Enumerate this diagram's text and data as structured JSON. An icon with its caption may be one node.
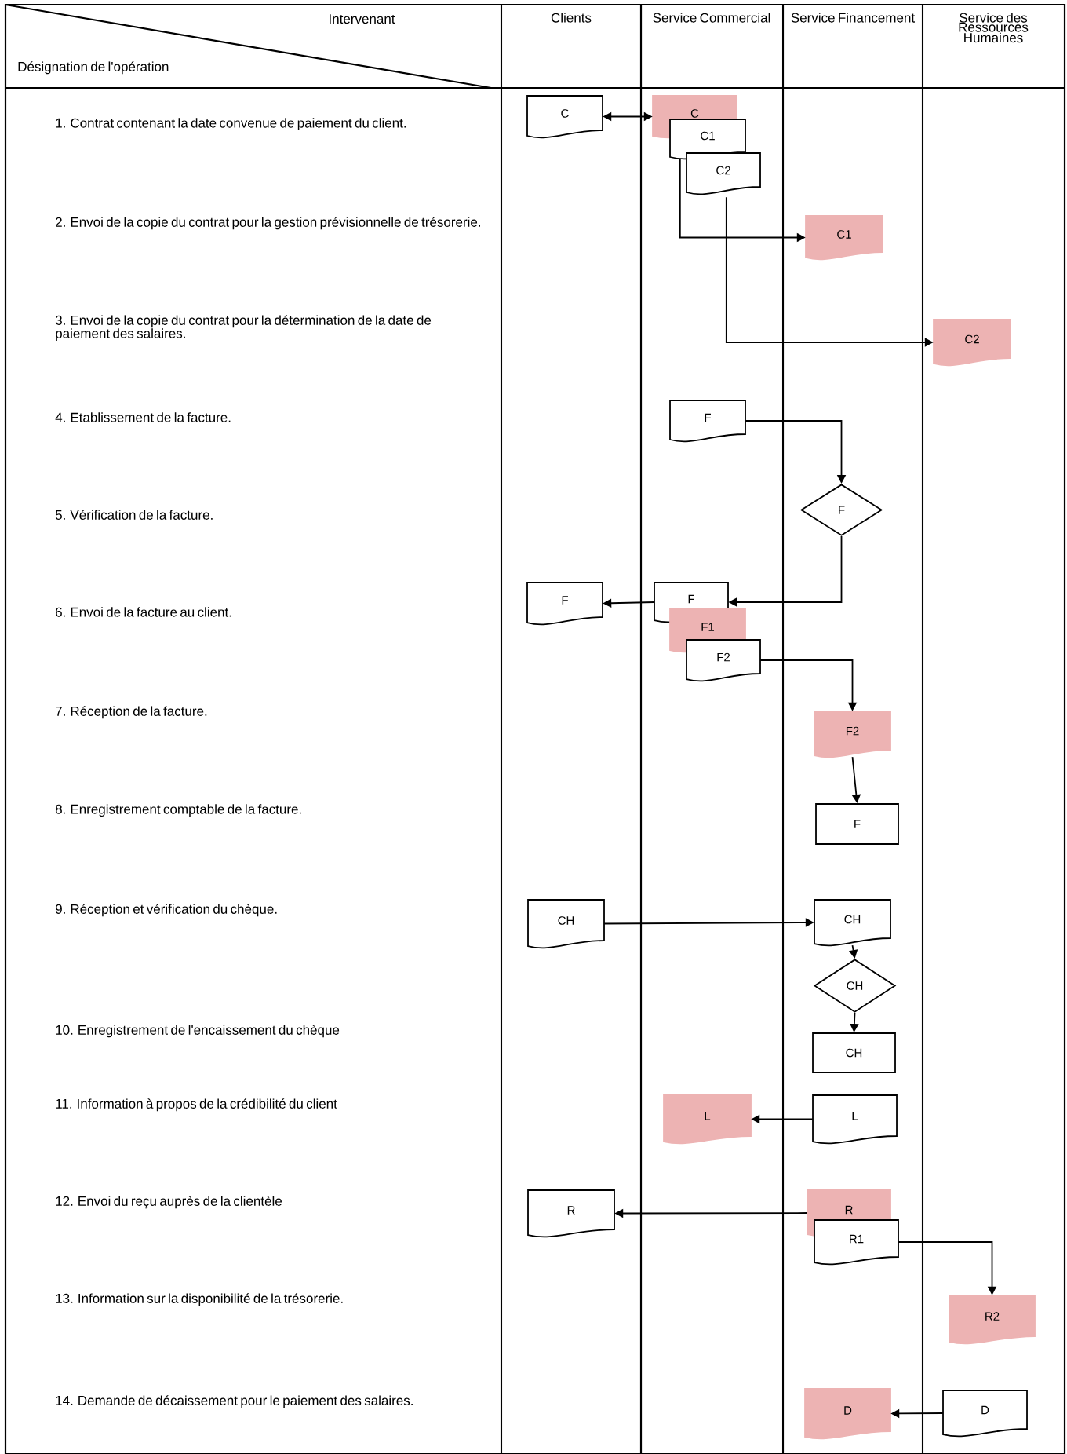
{
  "diagram": {
    "nodes": [
      {
        "text": [
          "C"
        ]
      },
      {
        "text": [
          "C"
        ]
      },
      {
        "text": [
          "C1"
        ]
      },
      {
        "text": [
          "C2"
        ]
      },
      {
        "text": [
          "C1"
        ]
      },
      {
        "text": [
          "C2"
        ]
      },
      {
        "text": [
          "F"
        ]
      },
      {
        "text": [
          "F"
        ]
      },
      {
        "text": [
          "F"
        ]
      },
      {
        "text": [
          "F"
        ]
      },
      {
        "text": [
          "F1"
        ]
      },
      {
        "text": [
          "F2"
        ]
      },
      {
        "text": [
          "F2"
        ]
      },
      {
        "text": [
          "F"
        ]
      },
      {
        "text": [
          "CH"
        ]
      },
      {
        "text": [
          "CH"
        ]
      },
      {
        "text": [
          "CH"
        ]
      },
      {
        "text": [
          "CH"
        ]
      },
      {
        "text": [
          "L"
        ]
      },
      {
        "text": [
          "L"
        ]
      },
      {
        "text": [
          "R"
        ]
      },
      {
        "text": [
          "R"
        ]
      },
      {
        "text": [
          "R1"
        ]
      },
      {
        "text": [
          "R2"
        ]
      },
      {
        "text": [
          "D"
        ]
      },
      {
        "text": [
          "D"
        ]
      }
    ],
    "edges": [
      {
        "from": 0,
        "to": 1,
        "arrow": "both"
      },
      {
        "from": 2,
        "to": 4,
        "arrow": "to"
      },
      {
        "from": 3,
        "to": 5,
        "arrow": "to"
      },
      {
        "from": 6,
        "to": 7,
        "arrow": "to"
      },
      {
        "from": 7,
        "to": 9,
        "arrow": "to"
      },
      {
        "from": 9,
        "to": 8,
        "arrow": "to"
      },
      {
        "from": 11,
        "to": 12,
        "arrow": "to"
      },
      {
        "from": 12,
        "to": 13,
        "arrow": "to"
      },
      {
        "from": 14,
        "to": 15,
        "arrow": "to"
      },
      {
        "from": 15,
        "to": 16,
        "arrow": "to"
      },
      {
        "from": 16,
        "to": 17,
        "arrow": "to"
      },
      {
        "from": 19,
        "to": 18,
        "arrow": "to"
      },
      {
        "from": 21,
        "to": 20,
        "arrow": "to"
      },
      {
        "from": 22,
        "to": 23,
        "arrow": "to"
      },
      {
        "from": 25,
        "to": 24,
        "arrow": "to"
      }
    ],
    "labels": [
      "Intervenant",
      "Clients",
      "Service Commercial",
      "Service Financement",
      "Service des Ressources Humaines",
      "Désignation de l'opération",
      "1. Contrat contenant la date convenue de paiement du client.",
      "2. Envoi de la copie du contrat pour la gestion prévisionnelle de trésorerie.",
      "3. Envoi de la copie du contrat pour la détermination de la date de paiement des salaires.",
      "4. Etablissement de la facture.",
      "5. Vérification de la facture.",
      "6. Envoi de la facture au client.",
      "7. Réception de la facture.",
      "8. Enregistrement comptable de la facture.",
      "9. Réception et vérification du chèque.",
      "10. Enregistrement de l'encaissement du chèque",
      "11. Information à propos de la crédibilité du client",
      "12. Envoi du reçu auprès de la clientèle",
      "13. Information sur la disponibilité de la trésorerie.",
      "14. Demande de décaissement pour le paiement des salaires."
    ]
  }
}
